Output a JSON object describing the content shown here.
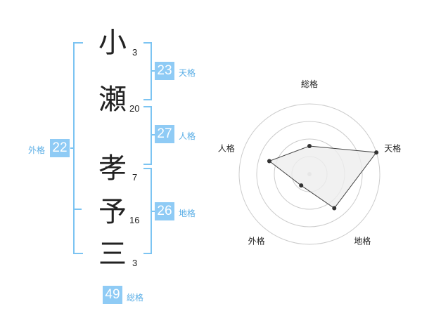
{
  "name": {
    "chars": [
      "小",
      "瀬",
      "孝",
      "予",
      "三"
    ],
    "strokes": [
      "3",
      "20",
      "7",
      "16",
      "3"
    ]
  },
  "kaku": {
    "tenkaku": {
      "value": "23",
      "label": "天格"
    },
    "jinkaku": {
      "value": "27",
      "label": "人格"
    },
    "chikaku": {
      "value": "26",
      "label": "地格"
    },
    "gaikaku": {
      "value": "22",
      "label": "外格"
    },
    "soukaku": {
      "value": "49",
      "label": "総格"
    }
  },
  "chart_data": {
    "type": "radar",
    "axes": [
      "総格",
      "天格",
      "地格",
      "外格",
      "人格"
    ],
    "values": [
      2,
      5,
      3,
      1,
      3
    ],
    "max": 5,
    "rings": 4,
    "colors": {
      "fill": "#eeeeee",
      "line": "#444444",
      "point": "#333333",
      "ring": "#cccccc",
      "center": "#cccccc"
    }
  }
}
